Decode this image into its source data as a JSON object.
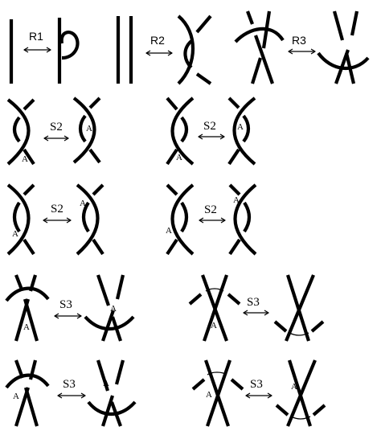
{
  "moves": {
    "r1": "R1",
    "r2": "R2",
    "r3": "R3",
    "s2": "S2",
    "s3": "S3"
  },
  "marker": "A",
  "colors": {
    "stroke": "#000000",
    "background": "#ffffff"
  }
}
